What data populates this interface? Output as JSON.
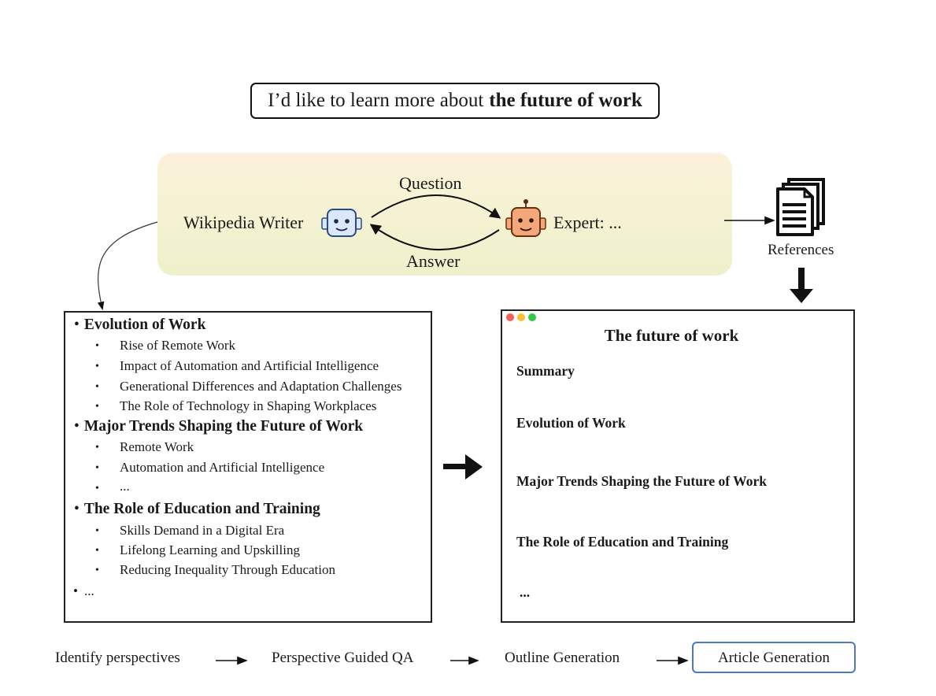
{
  "prompt": {
    "prefix": "I’d like to learn more about",
    "topic": "the future of work"
  },
  "conversation": {
    "writer_label": "Wikipedia Writer",
    "expert_label": "Expert: ...",
    "question_label": "Question",
    "answer_label": "Answer",
    "colors": {
      "writer_bot": "#dbe7fb",
      "expert_bot": "#f4a77a",
      "panel": "#f3f1d1"
    }
  },
  "references": {
    "label": "References",
    "icon": "documents-icon"
  },
  "outline": {
    "sections": [
      {
        "title": "Evolution of Work",
        "items": [
          "Rise of Remote Work",
          "Impact of Automation and Artificial Intelligence",
          "Generational Differences and Adaptation Challenges",
          "The Role of Technology in Shaping Workplaces"
        ]
      },
      {
        "title": "Major Trends Shaping the Future of Work",
        "items": [
          "Remote Work",
          "Automation and Artificial Intelligence",
          "..."
        ]
      },
      {
        "title": "The Role of Education and Training",
        "items": [
          "Skills Demand in a Digital Era",
          "Lifelong Learning and Upskilling",
          "Reducing Inequality Through Education"
        ]
      }
    ],
    "trailing": "..."
  },
  "article": {
    "title": "The future of work",
    "sections": [
      "Summary",
      "Evolution of Work",
      "Major Trends Shaping the Future of Work",
      "The Role of Education and Training",
      "..."
    ],
    "window_dot_colors": [
      "#f25f58",
      "#fbbe2e",
      "#35c84a"
    ]
  },
  "pipeline": {
    "steps": [
      "Identify perspectives",
      "Perspective Guided QA",
      "Outline Generation",
      "Article Generation"
    ],
    "highlight_color": "#4a78c4"
  }
}
